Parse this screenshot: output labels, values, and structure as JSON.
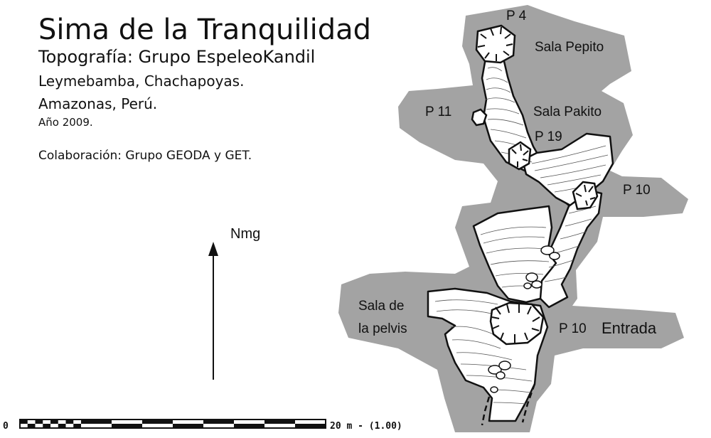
{
  "header": {
    "title": "Sima de la Tranquilidad",
    "subtitle": "Topografía: Grupo EspeleoKandil",
    "location_line1": "Leymebamba, Chachapoyas.",
    "location_line2": "Amazonas, Perú.",
    "year": "Año 2009.",
    "collaboration": "Colaboración: Grupo GEODA y GET."
  },
  "north": {
    "label": "Nmg",
    "icon": "north-arrow-icon"
  },
  "scale": {
    "zero": "0",
    "end_label": "20 m - (1.00)"
  },
  "map_labels": {
    "p4": "P 4",
    "sala_pepito": "Sala Pepito",
    "p11": "P 11",
    "sala_pakito": "Sala Pakito",
    "p19": "P 19",
    "p10": "P 10",
    "sala_pelvis_1": "Sala de",
    "sala_pelvis_2": "la pelvis",
    "p10_entrada_num": "P 10",
    "p10_entrada_word": "Entrada"
  },
  "colors": {
    "rock": "#a3a3a3",
    "passage": "#ffffff",
    "line": "#111111"
  }
}
